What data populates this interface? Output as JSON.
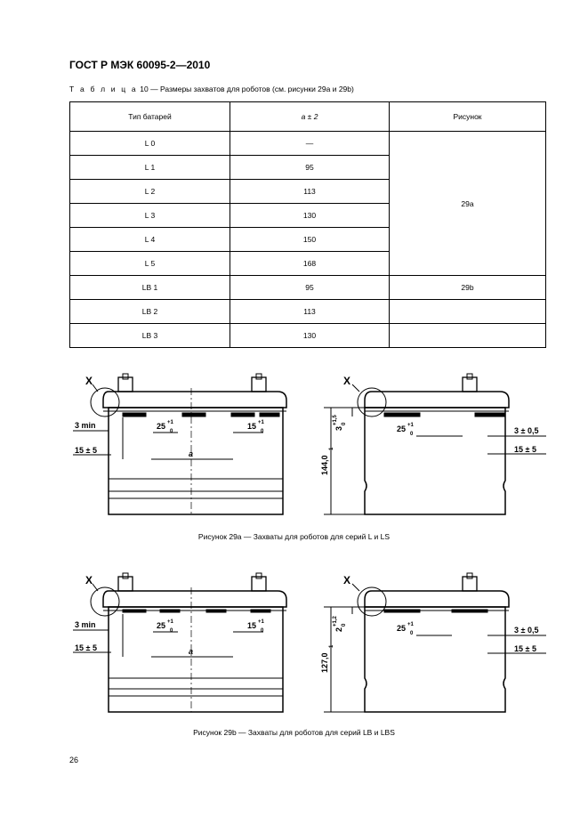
{
  "header": {
    "title": "ГОСТ Р МЭК 60095-2—2010"
  },
  "table": {
    "caption_prefix": "Т а б л и ц а",
    "caption_number": "10",
    "caption_text": "— Размеры захватов для роботов (см. рисунки 29a и 29b)",
    "columns": [
      "Тип батарей",
      "а ± 2",
      "Рисунок"
    ],
    "rows": [
      {
        "type": "L 0",
        "a": "—"
      },
      {
        "type": "L 1",
        "a": "95"
      },
      {
        "type": "L 2",
        "a": "113"
      },
      {
        "type": "L 3",
        "a": "130"
      },
      {
        "type": "L 4",
        "a": "150"
      },
      {
        "type": "L 5",
        "a": "168"
      },
      {
        "type": "LB 1",
        "a": "95"
      },
      {
        "type": "LB 2",
        "a": "113"
      },
      {
        "type": "LB 3",
        "a": "130"
      }
    ],
    "figure_ref_l": "29a",
    "figure_ref_lb": "29b"
  },
  "figure_a": {
    "caption": "Рисунок 29a — Захваты для роботов для серий L и LS",
    "labels": {
      "x": "X",
      "min": "3 min",
      "w": "25",
      "w_tol": "+1",
      "w_tol0": "0",
      "w2": "15",
      "edge": "15 ± 5",
      "a": "a",
      "h": "144,0",
      "h_tol": "-1",
      "top": "3",
      "top_tol": "+1,5",
      "top_tol0": "0",
      "side": "3 ± 0,5",
      "edge2": "15 ± 5"
    }
  },
  "figure_b": {
    "caption": "Рисунок 29b — Захваты для роботов для серий LB и LBS",
    "labels": {
      "x": "X",
      "min": "3 min",
      "w": "25",
      "w_tol": "+1",
      "w_tol0": "0",
      "w2": "15",
      "edge": "15 ± 5",
      "a": "a",
      "h": "127,0",
      "h_tol": "-1",
      "top": "2",
      "top_tol": "+1,2",
      "top_tol0": "0",
      "side": "3 ± 0,5",
      "edge2": "15 ± 5"
    }
  },
  "page": {
    "number": "26"
  }
}
